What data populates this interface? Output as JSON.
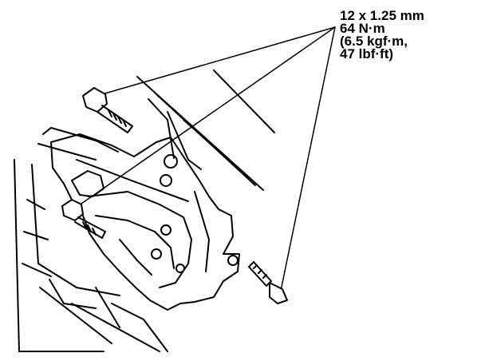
{
  "callout": {
    "lines": [
      "12 x 1.25 mm",
      "64 N·m",
      "(6.5 kgf·m,",
      "47 lbf·ft)"
    ]
  },
  "style": {
    "line_color": "#000000",
    "background": "#ffffff"
  },
  "parts": [
    "bolt-upper-left",
    "bolt-middle-left",
    "bolt-lower-right",
    "engine-mount-bracket",
    "engine-block"
  ]
}
